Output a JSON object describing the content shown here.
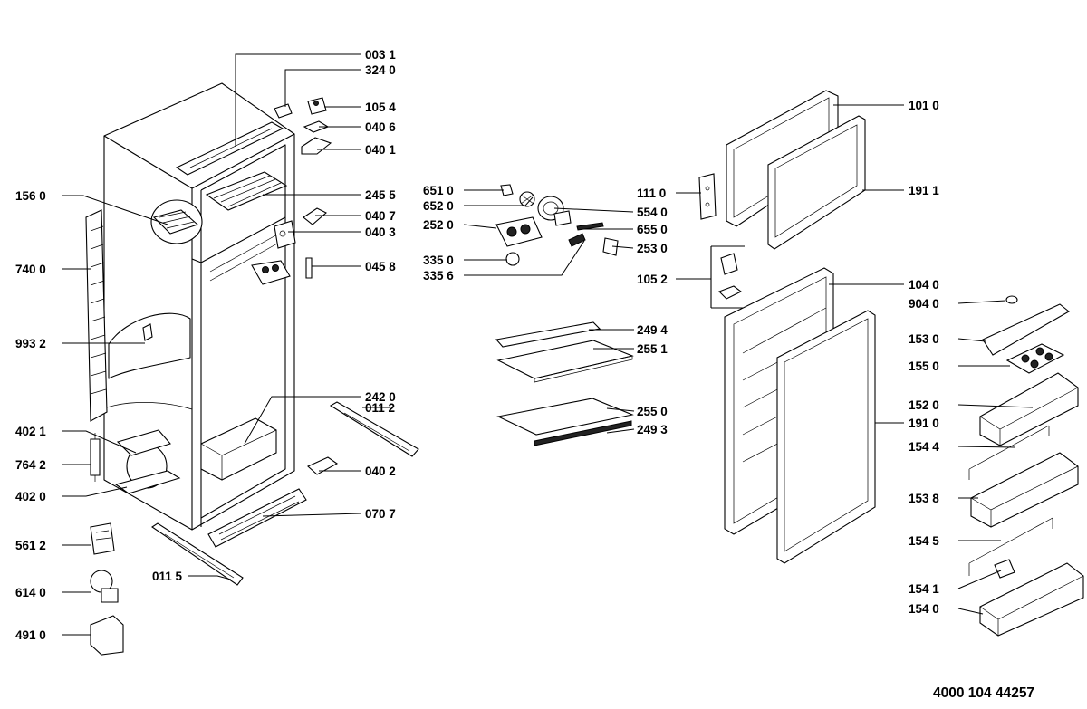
{
  "document_number": "4000 104 44257",
  "parts": [
    {
      "id": "p0031",
      "label": "003 1"
    },
    {
      "id": "p3240",
      "label": "324 0"
    },
    {
      "id": "p1054",
      "label": "105 4"
    },
    {
      "id": "p0406",
      "label": "040 6"
    },
    {
      "id": "p0401",
      "label": "040 1"
    },
    {
      "id": "p1560",
      "label": "156 0"
    },
    {
      "id": "p2455",
      "label": "245 5"
    },
    {
      "id": "p0407",
      "label": "040 7"
    },
    {
      "id": "p0403",
      "label": "040 3"
    },
    {
      "id": "p7400",
      "label": "740 0"
    },
    {
      "id": "p0458",
      "label": "045 8"
    },
    {
      "id": "p9932",
      "label": "993 2"
    },
    {
      "id": "p2420",
      "label": "242 0"
    },
    {
      "id": "p0112",
      "label": "011 2"
    },
    {
      "id": "p4021",
      "label": "402 1"
    },
    {
      "id": "p7642",
      "label": "764 2"
    },
    {
      "id": "p0402",
      "label": "040 2"
    },
    {
      "id": "p4020",
      "label": "402 0"
    },
    {
      "id": "p0707",
      "label": "070 7"
    },
    {
      "id": "p5612",
      "label": "561 2"
    },
    {
      "id": "p0115",
      "label": "011 5"
    },
    {
      "id": "p6140",
      "label": "614 0"
    },
    {
      "id": "p4910",
      "label": "491 0"
    },
    {
      "id": "p6510",
      "label": "651 0"
    },
    {
      "id": "p6520",
      "label": "652 0"
    },
    {
      "id": "p2520",
      "label": "252 0"
    },
    {
      "id": "p3350",
      "label": "335 0"
    },
    {
      "id": "p3356",
      "label": "335 6"
    },
    {
      "id": "p1110",
      "label": "111 0"
    },
    {
      "id": "p5540",
      "label": "554 0"
    },
    {
      "id": "p6550",
      "label": "655 0"
    },
    {
      "id": "p2530",
      "label": "253 0"
    },
    {
      "id": "p1052",
      "label": "105 2"
    },
    {
      "id": "p2494",
      "label": "249 4"
    },
    {
      "id": "p2551",
      "label": "255 1"
    },
    {
      "id": "p2550",
      "label": "255 0"
    },
    {
      "id": "p2493",
      "label": "249 3"
    },
    {
      "id": "p1010",
      "label": "101 0"
    },
    {
      "id": "p1911",
      "label": "191 1"
    },
    {
      "id": "p1040",
      "label": "104 0"
    },
    {
      "id": "p9040",
      "label": "904 0"
    },
    {
      "id": "p1530",
      "label": "153 0"
    },
    {
      "id": "p1550",
      "label": "155 0"
    },
    {
      "id": "p1520",
      "label": "152 0"
    },
    {
      "id": "p1910",
      "label": "191 0"
    },
    {
      "id": "p1544",
      "label": "154 4"
    },
    {
      "id": "p1538",
      "label": "153 8"
    },
    {
      "id": "p1545",
      "label": "154 5"
    },
    {
      "id": "p1541",
      "label": "154 1"
    },
    {
      "id": "p1540",
      "label": "154 0"
    }
  ]
}
